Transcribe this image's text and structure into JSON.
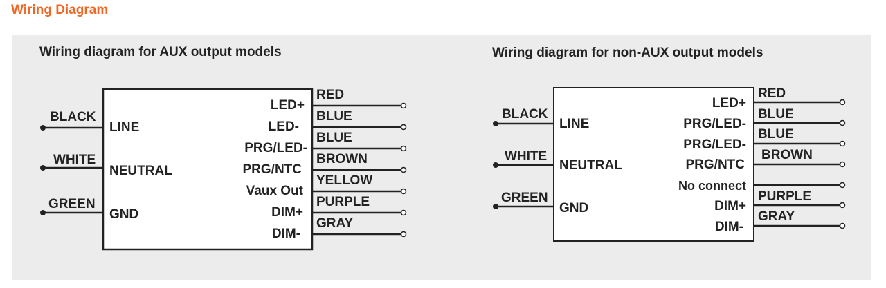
{
  "page_title": "Wiring Diagram",
  "aux": {
    "title": "Wiring diagram for AUX output models",
    "inputs": [
      {
        "wire": "BLACK",
        "terminal": "LINE"
      },
      {
        "wire": "WHITE",
        "terminal": "NEUTRAL"
      },
      {
        "wire": "GREEN",
        "terminal": "GND"
      }
    ],
    "outputs": [
      {
        "terminal": "LED+",
        "wire": "RED"
      },
      {
        "terminal": "LED-",
        "wire": "BLUE"
      },
      {
        "terminal": "PRG/LED-",
        "wire": "BLUE"
      },
      {
        "terminal": "PRG/NTC",
        "wire": "BROWN"
      },
      {
        "terminal": "Vaux Out",
        "wire": "YELLOW"
      },
      {
        "terminal": "DIM+",
        "wire": "PURPLE"
      },
      {
        "terminal": "DIM-",
        "wire": "GRAY"
      }
    ]
  },
  "non_aux": {
    "title": "Wiring diagram for non-AUX output models",
    "inputs": [
      {
        "wire": "BLACK",
        "terminal": "LINE"
      },
      {
        "wire": "WHITE",
        "terminal": "NEUTRAL"
      },
      {
        "wire": "GREEN",
        "terminal": "GND"
      }
    ],
    "outputs": [
      {
        "terminal": "LED+",
        "wire": "RED"
      },
      {
        "terminal": "PRG/LED-",
        "wire": "BLUE"
      },
      {
        "terminal": "PRG/LED-",
        "wire": "BLUE"
      },
      {
        "terminal": "PRG/NTC",
        "wire": "BROWN"
      },
      {
        "terminal": "No connect",
        "wire": ""
      },
      {
        "terminal": "DIM+",
        "wire": "PURPLE"
      },
      {
        "terminal": "DIM-",
        "wire": "GRAY"
      }
    ]
  },
  "colors": {
    "title": "#f26522",
    "panel": "#ececec",
    "line": "#222222"
  }
}
